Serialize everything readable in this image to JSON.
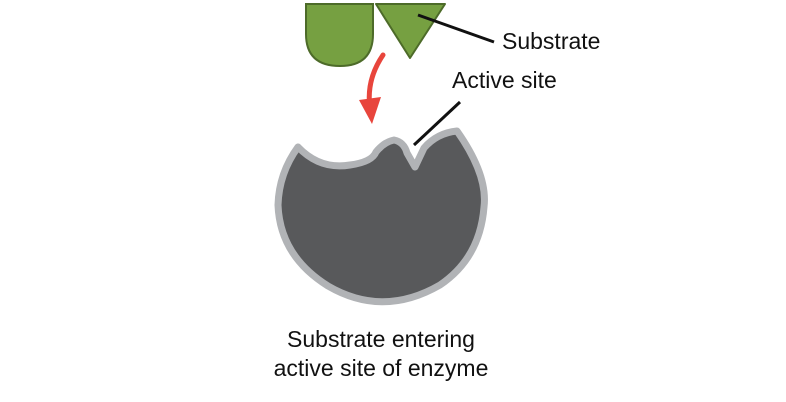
{
  "labels": {
    "substrate": "Substrate",
    "active_site": "Active site",
    "caption_line1": "Substrate entering",
    "caption_line2": "active site of enzyme"
  },
  "colors": {
    "substrate_fill": "#76a041",
    "substrate_stroke": "#4d6b29",
    "enzyme_fill": "#58595b",
    "enzyme_outline": "#b1b3b6",
    "arrow": "#e8453c",
    "leader_line": "#111111"
  }
}
